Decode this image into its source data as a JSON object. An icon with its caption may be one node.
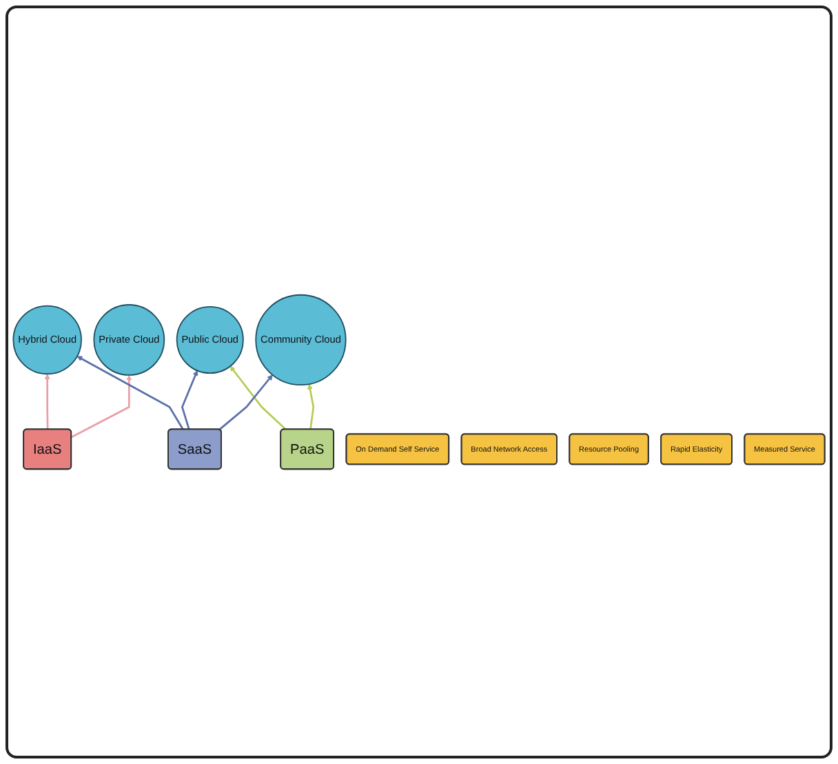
{
  "diagram": {
    "nodes": [
      {
        "text": [
          "Private Cloud"
        ]
      },
      {
        "text": [
          "Community Cloud"
        ]
      },
      {
        "text": [
          "Public Cloud"
        ]
      },
      {
        "text": [
          "Hybrid Cloud"
        ]
      },
      {
        "text": [
          "IaaS"
        ]
      },
      {
        "text": [
          "PaaS"
        ]
      },
      {
        "text": [
          "SaaS"
        ]
      },
      {
        "text": [
          "On Demand Self Service"
        ]
      },
      {
        "text": [
          "Broad Network Access"
        ]
      },
      {
        "text": [
          "Resource Pooling"
        ]
      },
      {
        "text": [
          "Rapid Elasticity"
        ]
      },
      {
        "text": [
          "Measured Service"
        ]
      }
    ],
    "edges": [
      {
        "from": 4,
        "to": 0,
        "arrow": "to",
        "color": "#e8a0a8"
      },
      {
        "from": 4,
        "to": 3,
        "arrow": "to",
        "color": "#e8a0a8"
      },
      {
        "from": 5,
        "to": 1,
        "arrow": "to",
        "color": "#b5cc55"
      },
      {
        "from": 5,
        "to": 2,
        "arrow": "to",
        "color": "#b5cc55"
      },
      {
        "from": 6,
        "to": 1,
        "arrow": "to"
      },
      {
        "from": 6,
        "to": 2,
        "arrow": "to"
      },
      {
        "from": 6,
        "to": 3,
        "arrow": "to"
      }
    ]
  }
}
